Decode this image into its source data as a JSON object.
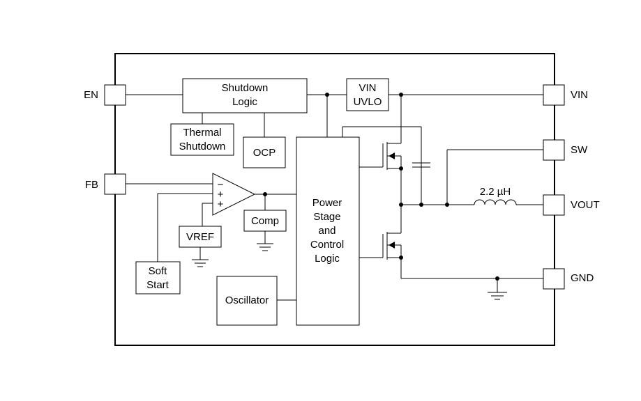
{
  "pins": {
    "en": "EN",
    "fb": "FB",
    "vin": "VIN",
    "sw": "SW",
    "vout": "VOUT",
    "gnd": "GND"
  },
  "blocks": {
    "shutdown_logic": [
      "Shutdown",
      "Logic"
    ],
    "vin_uvlo": [
      "VIN",
      "UVLO"
    ],
    "thermal_shutdown": [
      "Thermal",
      "Shutdown"
    ],
    "ocp": "OCP",
    "vref": "VREF",
    "comp": "Comp",
    "soft_start": [
      "Soft",
      "Start"
    ],
    "oscillator": "Oscillator",
    "power_stage": [
      "Power",
      "Stage",
      "and",
      "Control",
      "Logic"
    ]
  },
  "amp_signs": {
    "minus": "−",
    "plus1": "+",
    "plus2": "+"
  },
  "inductor_label": "2.2 µH"
}
